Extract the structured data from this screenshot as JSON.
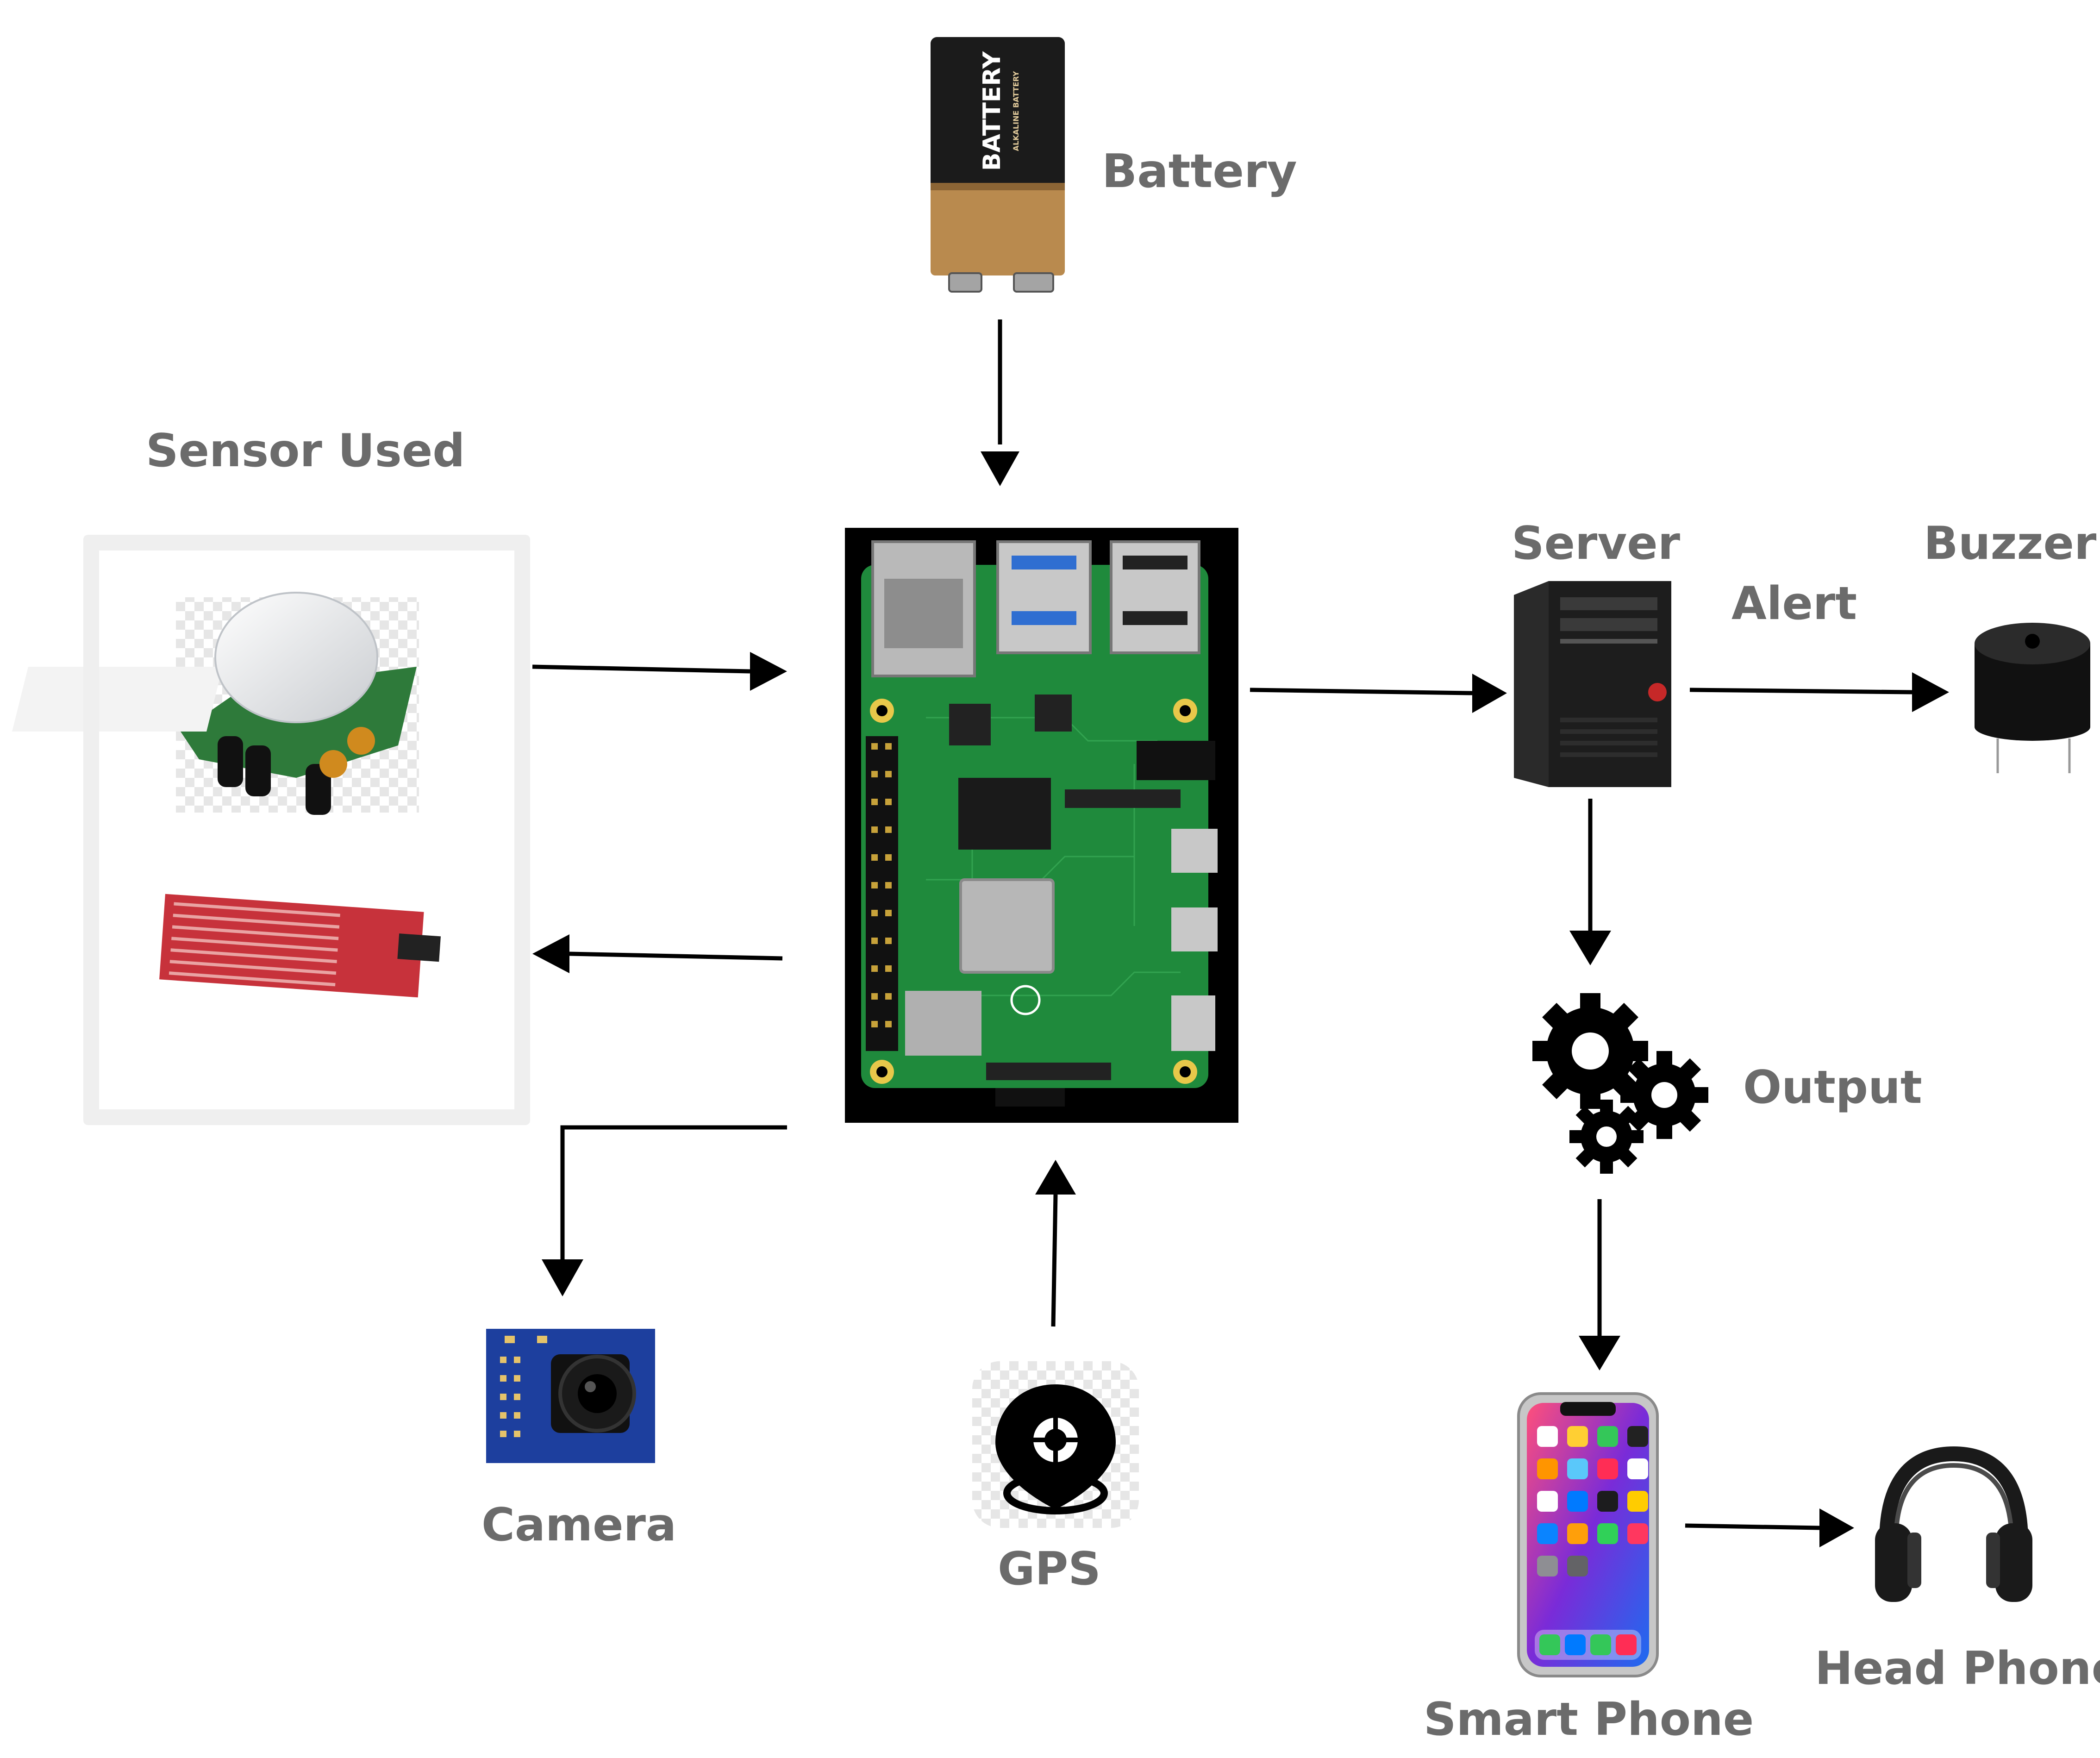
{
  "labels": {
    "battery": "Battery",
    "sensor_used": "Sensor Used",
    "server": "Server",
    "buzzer": "Buzzer",
    "alert": "Alert",
    "output": "Output",
    "camera": "Camera",
    "gps": "GPS",
    "smart_phone": "Smart Phone",
    "head_phone": "Head Phone"
  },
  "battery_image": {
    "brand_text": "BATTERY",
    "sub_text": "ALKALINE BATTERY"
  },
  "connections": [
    {
      "from": "battery",
      "to": "raspberry-pi"
    },
    {
      "from": "sensor-panel",
      "to": "raspberry-pi"
    },
    {
      "from": "raspberry-pi",
      "to": "sensor-panel"
    },
    {
      "from": "raspberry-pi",
      "to": "camera"
    },
    {
      "from": "gps",
      "to": "raspberry-pi"
    },
    {
      "from": "raspberry-pi",
      "to": "server"
    },
    {
      "from": "server",
      "to": "buzzer"
    },
    {
      "from": "server",
      "to": "output"
    },
    {
      "from": "output",
      "to": "smart-phone"
    },
    {
      "from": "smart-phone",
      "to": "head-phone"
    }
  ],
  "colors": {
    "label_gray": "#6b6b6b",
    "arrow": "#000000",
    "pcb_green": "#1f8a3c",
    "battery_copper": "#b98a4e",
    "battery_black": "#1b1b1b",
    "camera_blue": "#1d3f9e",
    "water_sensor_red": "#c7323b"
  }
}
